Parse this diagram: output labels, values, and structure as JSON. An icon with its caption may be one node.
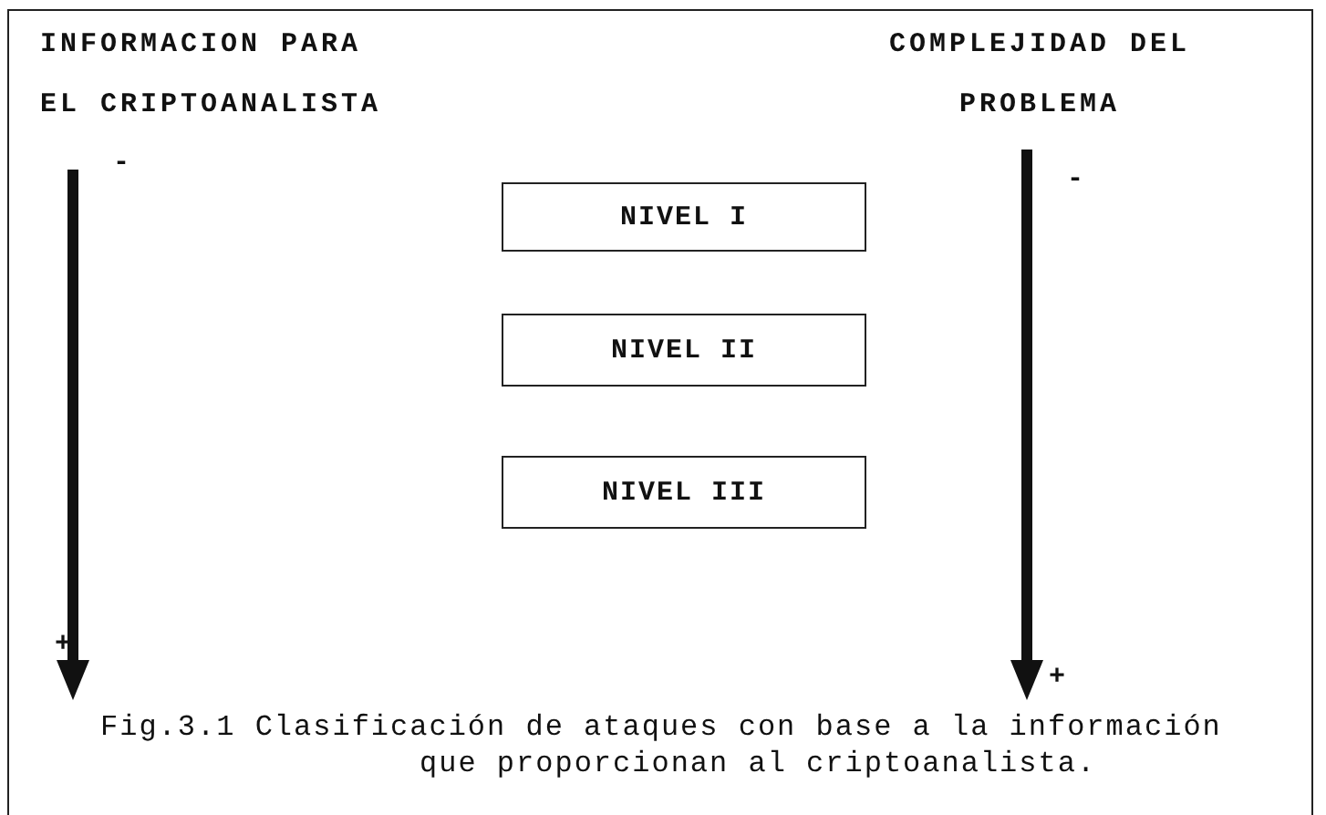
{
  "diagram": {
    "caption": "Fig.3.1 Clasificación de ataques con base a la información que proporcionan al criptoanalista.",
    "nodes": [
      {
        "text": [
          "NIVEL I"
        ]
      },
      {
        "text": [
          "NIVEL II"
        ]
      },
      {
        "text": [
          "NIVEL III"
        ]
      }
    ],
    "labels": [
      "INFORMACION PARA EL CRIPTOANALISTA",
      "COMPLEJIDAD DEL PROBLEMA",
      "-",
      "-",
      "+",
      "+"
    ]
  }
}
